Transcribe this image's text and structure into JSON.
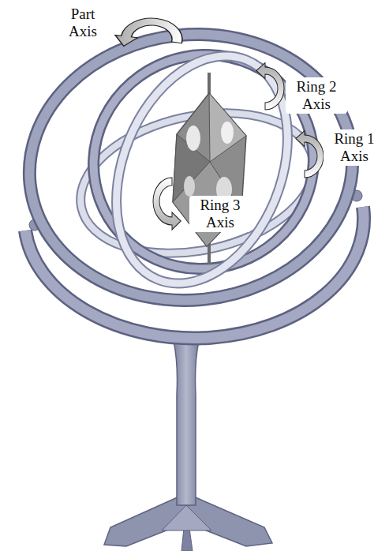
{
  "diagram": {
    "labels": [
      "Part Axis",
      "Ring 2 Axis",
      "Ring 1 Axis",
      "Ring 3 Axis"
    ]
  }
}
